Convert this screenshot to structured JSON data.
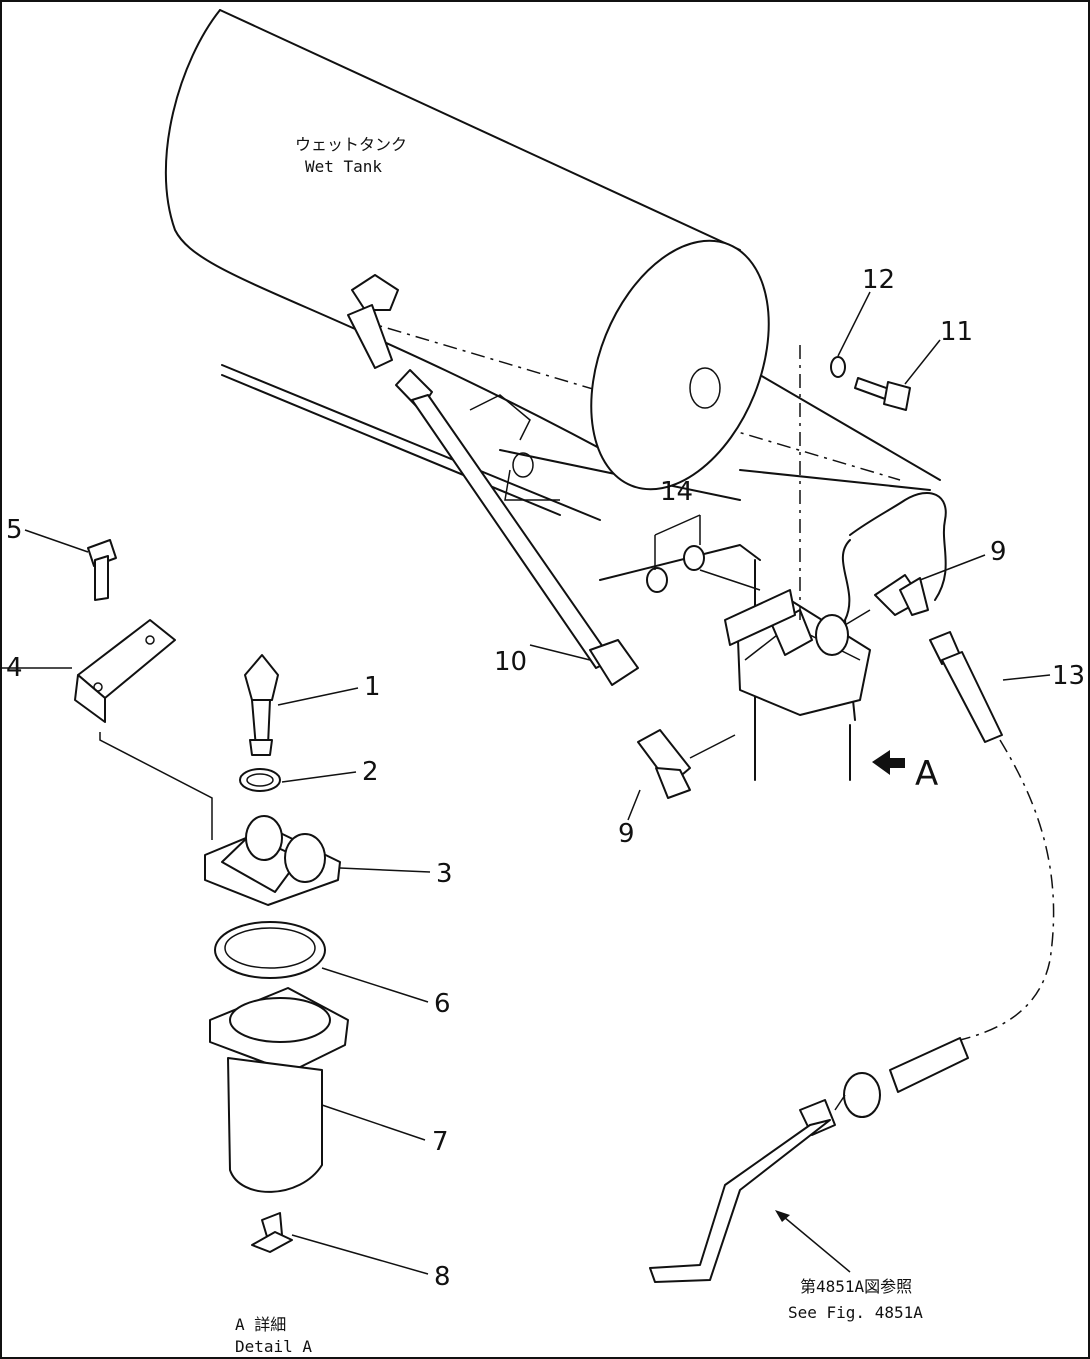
{
  "labels": {
    "tank_jp": "ウェットタンク",
    "tank_en": "Wet Tank",
    "view_letter": "A",
    "detail_jp": "A 詳細",
    "detail_en": "Detail A",
    "ref_jp": "第4851A図参照",
    "ref_en": "See Fig. 4851A"
  },
  "callouts": {
    "c1": "1",
    "c2": "2",
    "c3": "3",
    "c4": "4",
    "c5": "5",
    "c6": "6",
    "c7": "7",
    "c8": "8",
    "c9a": "9",
    "c9b": "9",
    "c10": "10",
    "c11": "11",
    "c12": "12",
    "c13": "13",
    "c14": "14"
  }
}
